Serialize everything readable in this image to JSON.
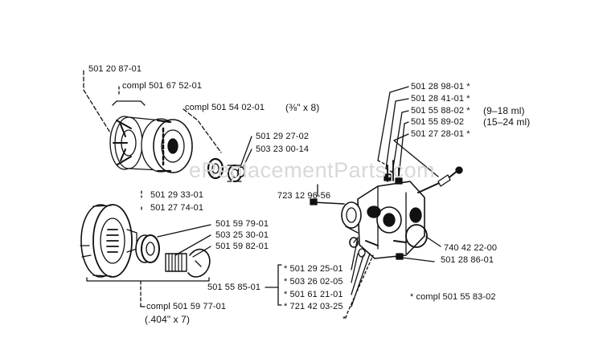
{
  "watermark": "eReplacementParts.com",
  "clutch_group": {
    "clutch_assembly_part": "501 20 87-01",
    "clutch_hub_compl": "compl 501 67 52-01",
    "clutch_drum_compl": "compl 501 54 02-01",
    "drum_spec": "(⅜\" x 8)",
    "washer_part": "501 29 27-02",
    "bearing_part": "503 23 00-14",
    "spring_part": "501 29 33-01",
    "shoe_part": "501 27 74-01"
  },
  "rim_group": {
    "needle_bearing_part": "501 59 79-01",
    "washer_part": "503 25 30-01",
    "cover_part": "501 59 82-01",
    "rim_drum_compl": "compl 501 59 77-01",
    "rim_spec": "(.404\" x 7)"
  },
  "oil_pump_group": {
    "parts": [
      {
        "number": "501 28 98-01",
        "mark": "*",
        "note": ""
      },
      {
        "number": "501 28 41-01",
        "mark": "*",
        "note": ""
      },
      {
        "number": "501 55 88-02",
        "mark": "*",
        "note": "(9–18 ml)"
      },
      {
        "number": "501 55 89-02",
        "mark": "",
        "note": "(15–24 ml)"
      },
      {
        "number": "501 27 28-01",
        "mark": "*",
        "note": ""
      }
    ],
    "hose_part": "723 12 96-56",
    "o_ring_part": "740 42 22-00",
    "seal_part": "501 28 86-01",
    "bracket_part": "501 55 85-01",
    "kit_parts": [
      {
        "number": "501 29 25-01",
        "mark": "*"
      },
      {
        "number": "503 26 02-05",
        "mark": "*"
      },
      {
        "number": "501 61 21-01",
        "mark": "*"
      },
      {
        "number": "721 42 03-25",
        "mark": "*"
      }
    ],
    "last_mark": "*",
    "pump_compl": "* compl 501 55 83-02"
  }
}
